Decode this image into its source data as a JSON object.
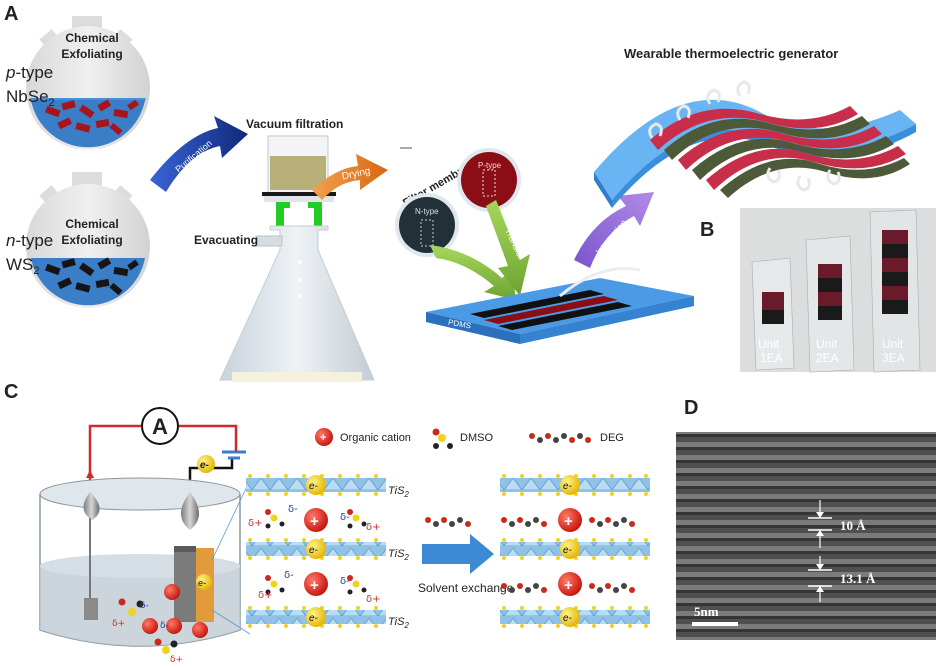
{
  "panels": {
    "a": "A",
    "b": "B",
    "c": "C",
    "d": "D"
  },
  "a": {
    "flask_top_label": "Chemical Exfoliating",
    "flask_top_material_prefix": "p",
    "flask_top_material_type": "-type",
    "flask_top_material": "NbSe",
    "flask_top_sub": "2",
    "flask_bottom_label": "Chemical Exfoliating",
    "flask_bottom_material_prefix": "n",
    "flask_bottom_material_type": "-type",
    "flask_bottom_material": "WS",
    "flask_bottom_sub": "2",
    "purification": "Purification",
    "vacuum_filtration": "Vacuum filtration",
    "evacuating": "Evacuating",
    "drying": "Drying",
    "filter_membrane": "Filter membrane",
    "p_type": "P-type",
    "n_type": "N-type",
    "transfer": "Transfer",
    "pdms": "PDMS",
    "integration": "Integration",
    "wearable_title": "Wearable thermoelectric generator"
  },
  "b": {
    "units": [
      "Unit\n1EA",
      "Unit\n2EA",
      "Unit\n3EA"
    ],
    "unit1": "Unit",
    "unit1b": "1EA",
    "unit2": "Unit",
    "unit2b": "2EA",
    "unit3": "Unit",
    "unit3b": "3EA"
  },
  "c": {
    "ammeter": "A",
    "electron": "e-",
    "legend_cation": "Organic cation",
    "legend_dmso": "DMSO",
    "legend_deg": "DEG",
    "tis2": "TiS",
    "tis2_sub": "2",
    "solvent_exchange": "Solvent exchange",
    "delta_plus": "δ+",
    "delta_minus": "δ-"
  },
  "d": {
    "spacing1": "10 Å",
    "spacing2": "13.1 Å",
    "scale": "5nm"
  },
  "colors": {
    "flask_glass": "#e3e3e3",
    "solution_blue": "#4a8fd6",
    "nbse2_red": "#a8141d",
    "ws2_black": "#151515",
    "arrow_blue": "#1b3d9c",
    "arrow_orange": "#e07a28",
    "arrow_green": "#8bc34a",
    "arrow_purple": "#8c5bd6",
    "pdms_blue": "#3d8ee0",
    "wire_red": "#d22a2a",
    "tem_gray": "#6a6a6a"
  }
}
